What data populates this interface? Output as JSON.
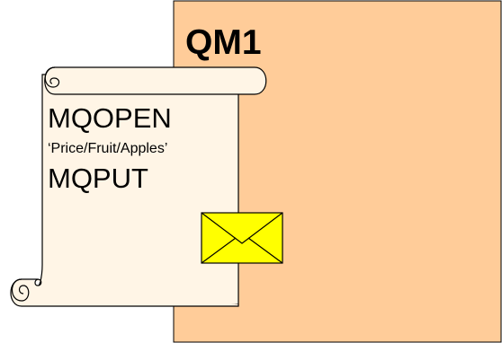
{
  "queue_manager": {
    "name": "QM1",
    "fill_color": "#FFCC99"
  },
  "scroll": {
    "fill_color": "#FFF5E6",
    "line_1": "MQOPEN",
    "line_2": "‘Price/Fruit/Apples’",
    "line_3": "MQPUT"
  },
  "message": {
    "icon": "envelope-icon",
    "fill_color": "#FFFF00"
  }
}
